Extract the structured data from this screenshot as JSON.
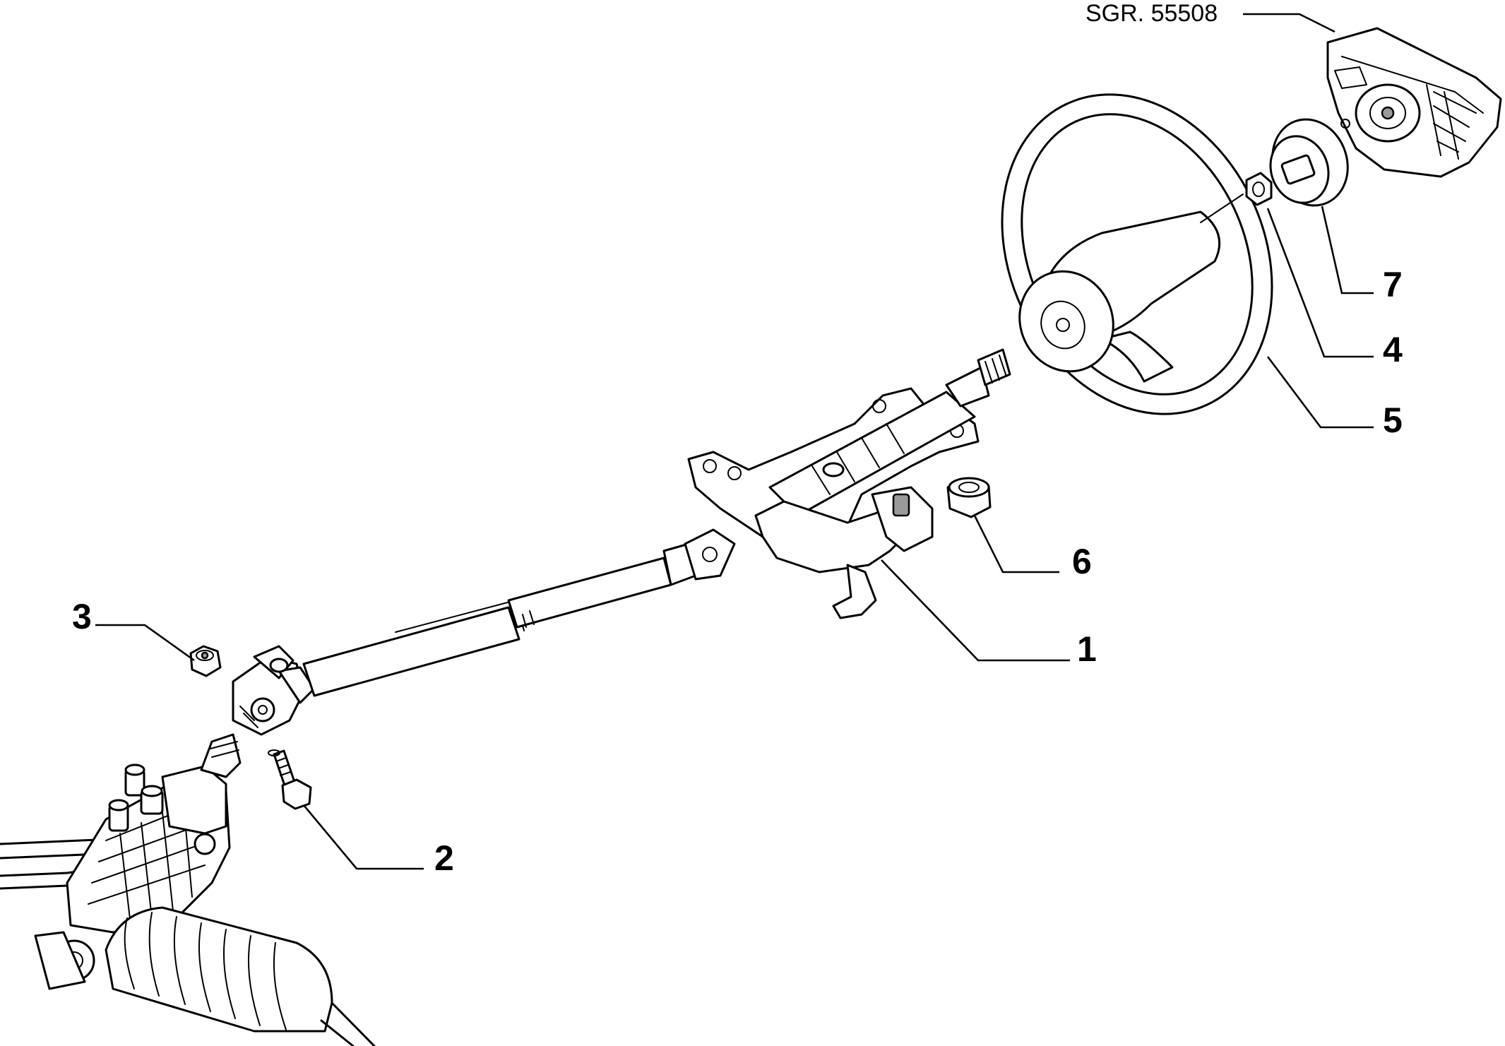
{
  "reference": "SGR. 55508",
  "callouts": {
    "c1": "1",
    "c2": "2",
    "c3": "3",
    "c4": "4",
    "c5": "5",
    "c6": "6",
    "c7": "7"
  }
}
